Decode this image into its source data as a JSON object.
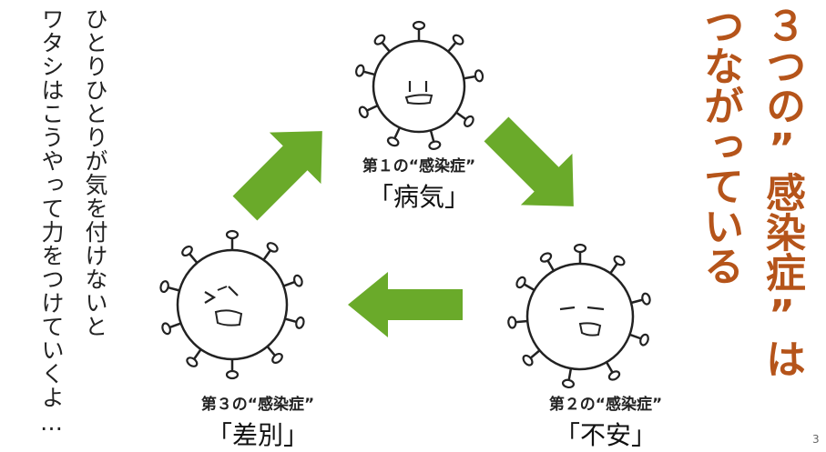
{
  "left_text": {
    "line1": "ひとりひとりが気を付けないと",
    "line2": "ワタシはこうやって力をつけていくよ…"
  },
  "title": {
    "line1": "３つの”感染症”は",
    "line2": "つながっている"
  },
  "cycle": [
    {
      "sub": "第１の“感染症”",
      "name": "「病気」"
    },
    {
      "sub": "第２の“感染症”",
      "name": "「不安」"
    },
    {
      "sub": "第３の“感染症”",
      "name": "「差別」"
    }
  ],
  "page_number": "3",
  "colors": {
    "title": "#b5541a",
    "arrow": "#6aaa2a",
    "ink": "#222222"
  },
  "icons": [
    "virus-icon",
    "arrow-icon"
  ]
}
